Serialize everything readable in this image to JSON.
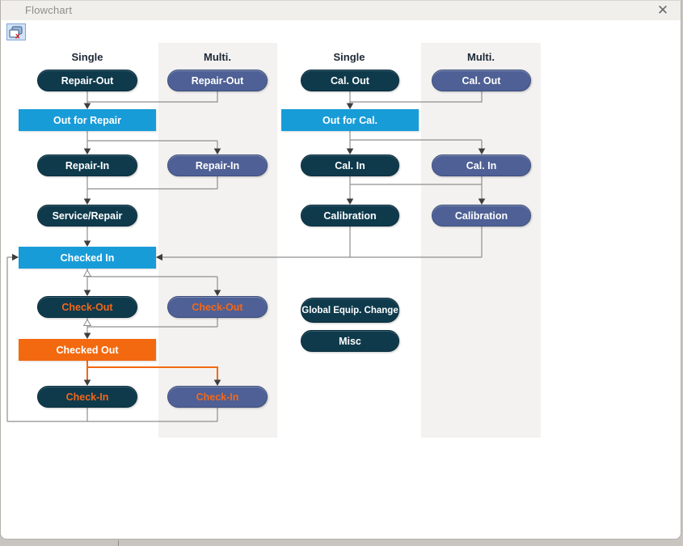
{
  "window": {
    "title": "Flowchart",
    "close_glyph": "✕"
  },
  "toolbar": {
    "close_flowchart_button": "window-close-icon"
  },
  "columns": [
    {
      "label": "Single"
    },
    {
      "label": "Multi."
    },
    {
      "label": "Single"
    },
    {
      "label": "Multi."
    }
  ],
  "nodes": [
    {
      "id": "repair-out-single",
      "label": "Repair-Out"
    },
    {
      "id": "repair-out-multi",
      "label": "Repair-Out"
    },
    {
      "id": "out-for-repair",
      "label": "Out for Repair"
    },
    {
      "id": "repair-in-single",
      "label": "Repair-In"
    },
    {
      "id": "repair-in-multi",
      "label": "Repair-In"
    },
    {
      "id": "service-repair",
      "label": "Service/Repair"
    },
    {
      "id": "checked-in",
      "label": "Checked In"
    },
    {
      "id": "check-out-single",
      "label": "Check-Out"
    },
    {
      "id": "check-out-multi",
      "label": "Check-Out"
    },
    {
      "id": "checked-out",
      "label": "Checked Out"
    },
    {
      "id": "check-in-single",
      "label": "Check-In"
    },
    {
      "id": "check-in-multi",
      "label": "Check-In"
    },
    {
      "id": "cal-out-single",
      "label": "Cal. Out"
    },
    {
      "id": "cal-out-multi",
      "label": "Cal. Out"
    },
    {
      "id": "out-for-cal",
      "label": "Out for Cal."
    },
    {
      "id": "cal-in-single",
      "label": "Cal. In"
    },
    {
      "id": "cal-in-multi",
      "label": "Cal. In"
    },
    {
      "id": "calibration-single",
      "label": "Calibration"
    },
    {
      "id": "calibration-multi",
      "label": "Calibration"
    },
    {
      "id": "global-equip-change",
      "label": "Global Equip. Change"
    },
    {
      "id": "misc",
      "label": "Misc"
    }
  ],
  "colors": {
    "dark_node": "#0e3a4c",
    "multi_node": "#4e6095",
    "status_blue": "#189cd8",
    "status_orange": "#f3690f",
    "orange_label_text": "#f2681c",
    "connector_gray": "#8f8f8f"
  }
}
